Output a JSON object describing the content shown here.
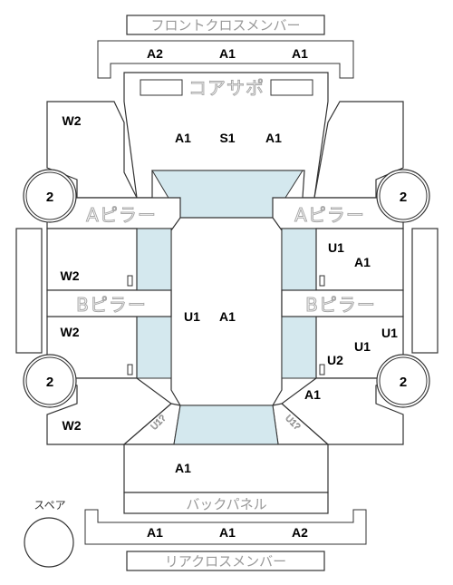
{
  "labels": {
    "front_cross_member": "フロントクロスメンバー",
    "core_support": "コアサポ",
    "a_pillar": "Aピラー",
    "b_pillar": "Bピラー",
    "back_panel": "バックパネル",
    "rear_cross_member": "リアクロスメンバー",
    "spare": "スペア",
    "rot_left": "U1?",
    "rot_right": "U1?"
  },
  "codes": {
    "front_cross": [
      "A2",
      "A1",
      "A1"
    ],
    "hood_area": [
      "A1",
      "S1",
      "A1"
    ],
    "fender_left": "W2",
    "door_front_left": "W2",
    "door_rear_left": "W2",
    "quarter_left": "W2",
    "door_front_right_top": "U1",
    "door_front_right_bottom": "A1",
    "door_rear_right_top": "U1",
    "door_rear_right_mid": "U1",
    "door_rear_right_bottom": "U2",
    "quarter_right": "A1",
    "roof": [
      "U1",
      "A1"
    ],
    "trunk": "A1",
    "rear_cross": [
      "A1",
      "A1",
      "A2"
    ]
  },
  "wheels": {
    "front_left": "2",
    "front_right": "2",
    "rear_left": "2",
    "rear_right": "2",
    "spare": ""
  },
  "colors": {
    "glass": "#d4e8ee",
    "outline": "#333333",
    "label_gray": "#999999"
  }
}
